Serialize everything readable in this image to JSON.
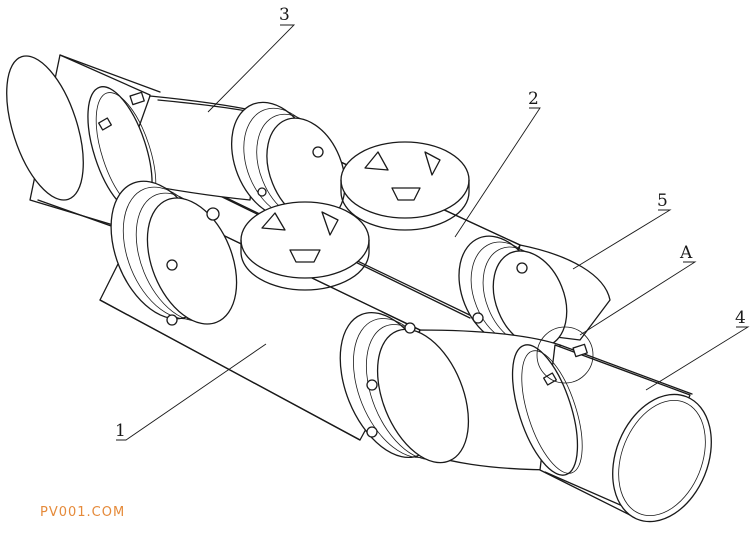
{
  "callouts": {
    "part_3": "3",
    "part_2": "2",
    "part_5": "5",
    "detail_a": "A",
    "part_4": "4",
    "part_1": "1"
  },
  "watermark": "PV001.COM"
}
